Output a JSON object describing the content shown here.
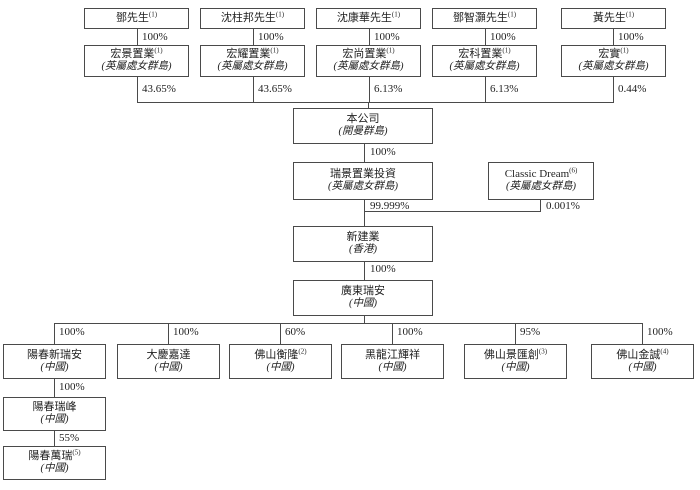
{
  "chart": {
    "shareholders": [
      {
        "name": "鄧先生",
        "sup": "(1)",
        "pct": "100%",
        "holding_pct": "43.65%"
      },
      {
        "name": "沈柱邦先生",
        "sup": "(1)",
        "pct": "100%",
        "holding_pct": "43.65%"
      },
      {
        "name": "沈康華先生",
        "sup": "(1)",
        "pct": "100%",
        "holding_pct": "6.13%"
      },
      {
        "name": "鄧智灝先生",
        "sup": "(1)",
        "pct": "100%",
        "holding_pct": "6.13%"
      },
      {
        "name": "黃先生",
        "sup": "(1)",
        "pct": "100%",
        "holding_pct": "0.44%"
      }
    ],
    "bvi_holdcos": [
      {
        "name": "宏景置業",
        "sup": "(1)",
        "jurisdiction": "(英屬處女群島)"
      },
      {
        "name": "宏耀置業",
        "sup": "(1)",
        "jurisdiction": "(英屬處女群島)"
      },
      {
        "name": "宏尚置業",
        "sup": "(1)",
        "jurisdiction": "(英屬處女群島)"
      },
      {
        "name": "宏科置業",
        "sup": "(1)",
        "jurisdiction": "(英屬處女群島)"
      },
      {
        "name": "宏實",
        "sup": "(1)",
        "jurisdiction": "(英屬處女群島)"
      }
    ],
    "company": {
      "name": "本公司",
      "jurisdiction": "(開曼群島)",
      "pct_down": "100%"
    },
    "ruijing": {
      "name": "瑞景置業投資",
      "jurisdiction": "(英屬處女群島)",
      "pct": "99.999%"
    },
    "classic_dream": {
      "name": "Classic Dream",
      "sup": "(6)",
      "jurisdiction": "(英屬處女群島)",
      "pct": "0.001%"
    },
    "sun_kin_yip": {
      "name": "新建業",
      "jurisdiction": "(香港)",
      "pct_down": "100%"
    },
    "guangdong": {
      "name": "廣東瑞安",
      "jurisdiction": "(中國)"
    },
    "subsidiaries": [
      {
        "name": "陽春新瑞安",
        "jurisdiction": "(中國)",
        "pct": "100%"
      },
      {
        "name": "大慶嘉達",
        "jurisdiction": "(中國)",
        "pct": "100%"
      },
      {
        "name": "佛山衡隆",
        "sup": "(2)",
        "jurisdiction": "(中國)",
        "pct": "60%"
      },
      {
        "name": "黑龍江輝祥",
        "jurisdiction": "(中國)",
        "pct": "100%"
      },
      {
        "name": "佛山景匯創",
        "sup": "(3)",
        "jurisdiction": "(中國)",
        "pct": "95%"
      },
      {
        "name": "佛山金誠",
        "sup": "(4)",
        "jurisdiction": "(中國)",
        "pct": "100%"
      }
    ],
    "yangchun_chain": [
      {
        "name": "陽春瑞峰",
        "jurisdiction": "(中國)",
        "pct": "100%"
      },
      {
        "name": "陽春萬瑞",
        "sup": "(5)",
        "jurisdiction": "(中國)",
        "pct": "55%"
      }
    ],
    "colors": {
      "line": "#4a4a4a",
      "text": "#1f1f1f",
      "background": "#ffffff"
    }
  }
}
